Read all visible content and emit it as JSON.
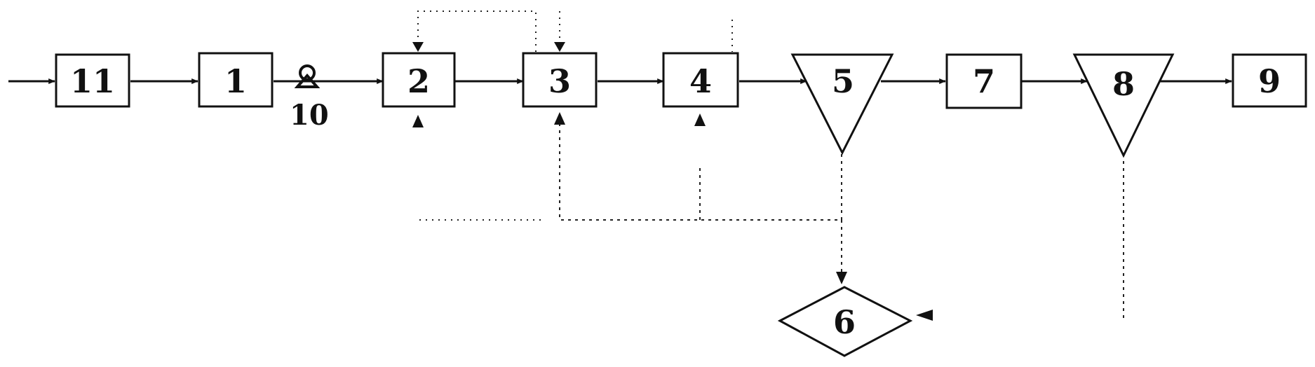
{
  "nodes": {
    "n11": "11",
    "n1": "1",
    "n2": "2",
    "n3": "3",
    "n4": "4",
    "n5": "5",
    "n6": "6",
    "n7": "7",
    "n8": "8",
    "n9": "9",
    "n10": "10"
  }
}
